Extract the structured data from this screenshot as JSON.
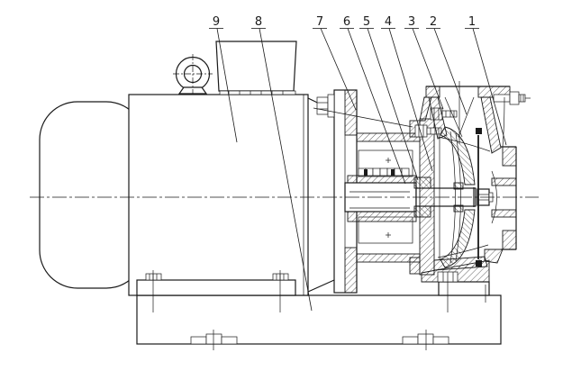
{
  "drawing": {
    "type": "pump-sectional-technical-drawing",
    "description_visible_text_only": true,
    "background_color": "#ffffff",
    "line_color": "#1a1a1a",
    "callouts": [
      {
        "label": "9"
      },
      {
        "label": "8"
      },
      {
        "label": "7"
      },
      {
        "label": "6"
      },
      {
        "label": "5"
      },
      {
        "label": "4"
      },
      {
        "label": "3"
      },
      {
        "label": "2"
      },
      {
        "label": "1"
      }
    ]
  }
}
